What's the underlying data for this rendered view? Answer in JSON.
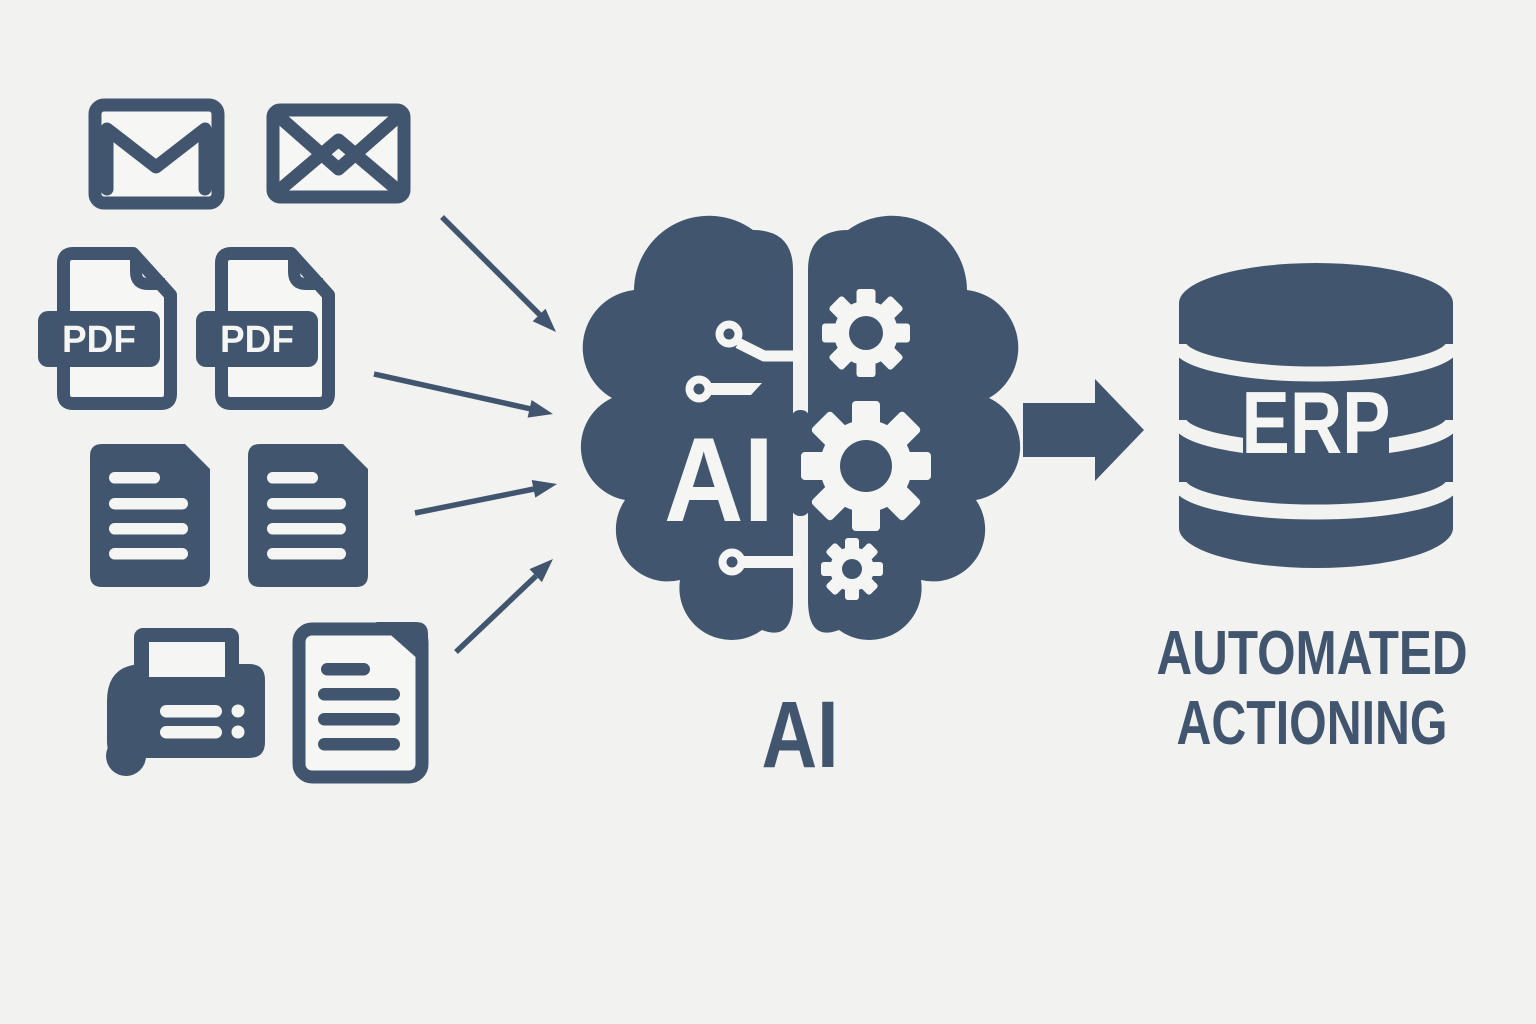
{
  "colors": {
    "background": "#f2f2f1",
    "primary": "#41566e",
    "light": "#f5f5f4"
  },
  "sources": {
    "description": "document input icons",
    "icons": [
      "gmail-icon",
      "envelope-icon",
      "pdf-file-icon-1",
      "pdf-file-icon-2",
      "document-icon-1",
      "document-icon-2",
      "fax-icon",
      "document-outline-icon"
    ],
    "pdf_badge_label": "PDF"
  },
  "processor": {
    "brain_text": "AI",
    "caption": "AI",
    "icons": [
      "ai-brain-icon",
      "circuit-node-icon",
      "gear-icon"
    ]
  },
  "output": {
    "database_text": "ERP",
    "caption_lines": [
      "AUTOMATED",
      "ACTIONING"
    ],
    "icons": [
      "database-icon",
      "block-arrow-icon"
    ]
  }
}
